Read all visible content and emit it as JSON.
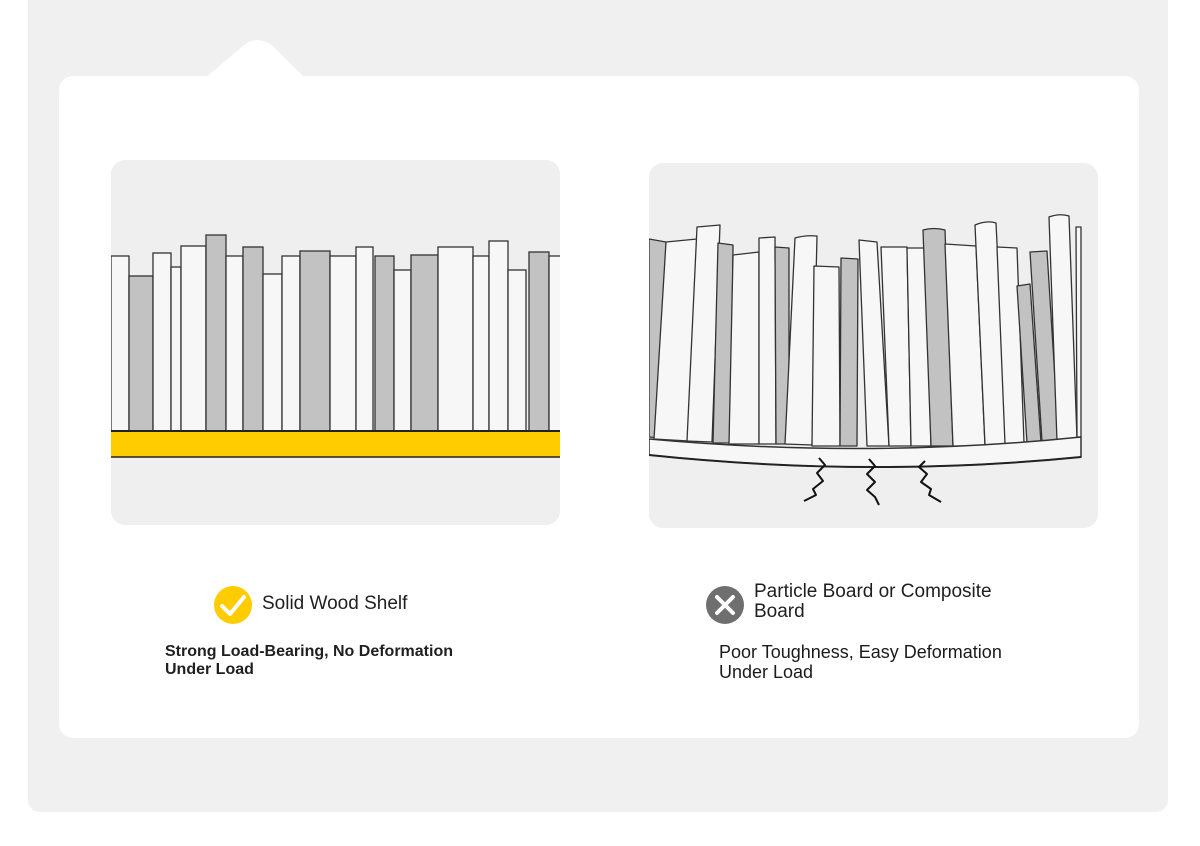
{
  "colors": {
    "outer_background": "#f0f0f0",
    "card_background": "#ffffff",
    "illustration_background": "#efefef",
    "shelf_yellow": "#ffcc00",
    "book_white": "#f7f7f7",
    "book_gray": "#c2c2c2",
    "check_yellow": "#ffcc00",
    "cross_gray": "#6f6f6f"
  },
  "left_panel": {
    "status_icon": "check-icon",
    "title": "Solid Wood Shelf",
    "description": "Strong Load-Bearing, No Deformation Under Load"
  },
  "right_panel": {
    "status_icon": "cross-icon",
    "title": "Particle Board or Composite Board",
    "description": "Poor Toughness, Easy Deformation Under Load"
  }
}
